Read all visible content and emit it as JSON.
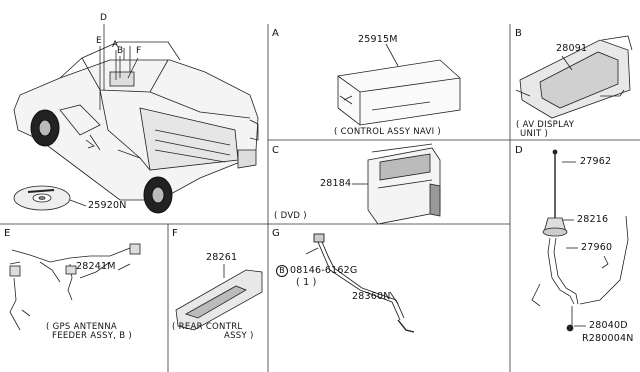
{
  "sections": {
    "a": "A",
    "b": "B",
    "c": "C",
    "d": "D",
    "e": "E",
    "f": "F",
    "g": "G"
  },
  "truck_callouts": {
    "d": "D",
    "e": "E",
    "a": "A",
    "b": "B",
    "f": "F"
  },
  "parts": {
    "p25915m": "25915M",
    "p28091": "28091",
    "p28184": "28184",
    "p27962": "27962",
    "p28216": "28216",
    "p27960": "27960",
    "p28040d": "28040D",
    "p25920n": "25920N",
    "p28241m": "28241M",
    "p28261": "28261",
    "p28360n": "28360N",
    "bolt_circle": "B",
    "bolt_number": "08146-6162G",
    "bolt_qty": "( 1 )"
  },
  "captions": {
    "a": "( CONTROL ASSY NAVI )",
    "b_line1": "( AV DISPLAY",
    "b_line2": "UNIT )",
    "c": "( DVD )",
    "e_line1": "( GPS ANTENNA",
    "e_line2": "FEEDER ASSY, B )",
    "f_line1": "( REAR CONTRL",
    "f_line2": "ASSY )"
  },
  "diagram_code": "R280004N"
}
